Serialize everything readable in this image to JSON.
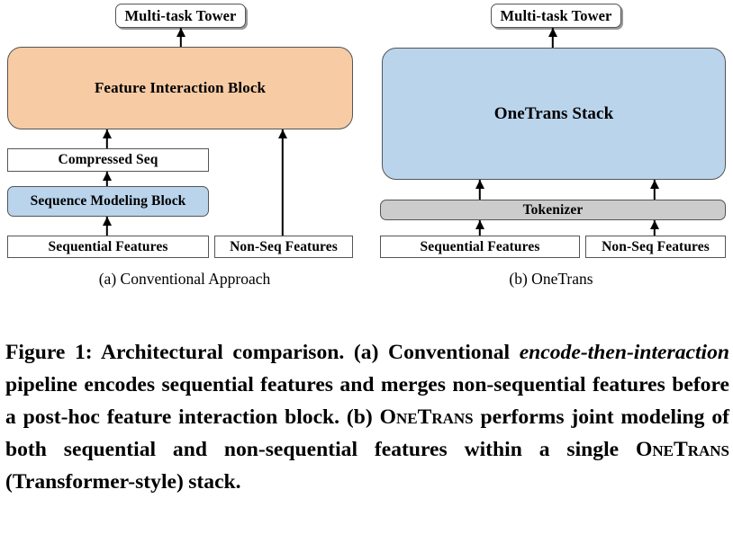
{
  "figure": {
    "panel_a": {
      "subcaption": "(a) Conventional Approach",
      "nodes": {
        "multi_task_tower": "Multi-task Tower",
        "feature_interaction_block": "Feature Interaction Block",
        "compressed_seq": "Compressed Seq",
        "sequence_modeling_block": "Sequence Modeling Block",
        "sequential_features": "Sequential Features",
        "non_seq_features": "Non-Seq Features"
      }
    },
    "panel_b": {
      "subcaption": "(b) OneTrans",
      "nodes": {
        "multi_task_tower": "Multi-task Tower",
        "onetrans_stack": "OneTrans Stack",
        "tokenizer": "Tokenizer",
        "sequential_features": "Sequential Features",
        "non_seq_features": "Non-Seq Features"
      }
    },
    "colors": {
      "peach_fill": "#F7CBA4",
      "light_blue_fill": "#BAD4EC",
      "grey_fill": "#CCCCCC",
      "white_fill": "#FFFFFF",
      "border": "#555555",
      "arrow": "#000000"
    }
  },
  "caption": {
    "label": "Figure 1:",
    "part1": " Architectural comparison. (a) Conventional ",
    "italic1": "encode-then-interaction",
    "part2": " pipeline encodes sequential features and merges non-sequential features before a post-hoc feature interaction block. (b) ",
    "smallcaps1": "OneTrans",
    "part3": " performs joint modeling of both sequential and non-sequential features within a single ",
    "smallcaps2": "OneTrans",
    "part4": " (Transformer-style) stack.",
    "full_text": "Figure 1: Architectural comparison. (a) Conventional encode-then-interaction pipeline encodes sequential features and merges non-sequential features before a post-hoc feature interaction block. (b) OneTrans performs joint modeling of both sequential and non-sequential features within a single OneTrans (Transformer-style) stack."
  }
}
